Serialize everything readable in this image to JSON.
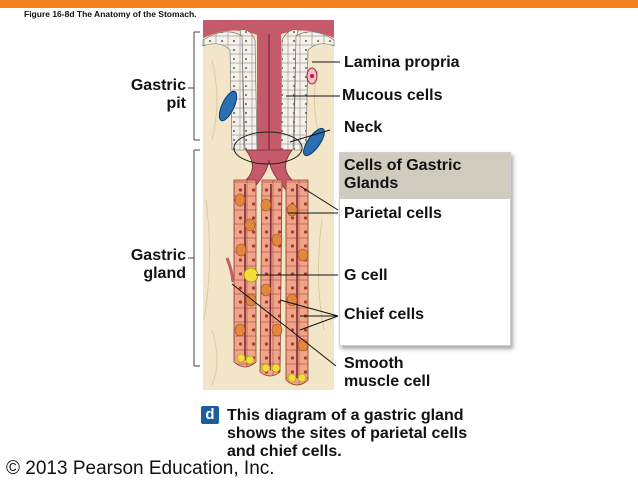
{
  "figure_caption": "Figure 16-8d  The Anatomy of the Stomach.",
  "left_labels": {
    "gastric_pit": [
      "Gastric",
      "pit"
    ],
    "gastric_gland": [
      "Gastric",
      "gland"
    ]
  },
  "right_labels": {
    "lamina_propria": "Lamina propria",
    "mucous_cells": "Mucous cells",
    "neck": "Neck"
  },
  "legend": {
    "title": [
      "Cells of Gastric",
      "Glands"
    ],
    "items": {
      "parietal": "Parietal cells",
      "g_cell": "G cell",
      "chief": "Chief cells",
      "smooth_muscle": [
        "Smooth",
        "muscle cell"
      ]
    }
  },
  "badge": "d",
  "description": [
    "This diagram of a gastric gland",
    "shows the sites of parietal cells",
    "and chief cells."
  ],
  "copyright": "© 2013 Pearson Education, Inc.",
  "colors": {
    "accent_bar": "#f5821f",
    "badge_blue": "#1b5e9f",
    "tissue": "#f3e6c8",
    "mucosa_pink": "#c45a6a",
    "parietal_orange": "#e3873f",
    "chief_cell": "#f0a48a",
    "g_cell_yellow": "#f2dd3a",
    "vessel_blue": "#2a6fb0"
  }
}
